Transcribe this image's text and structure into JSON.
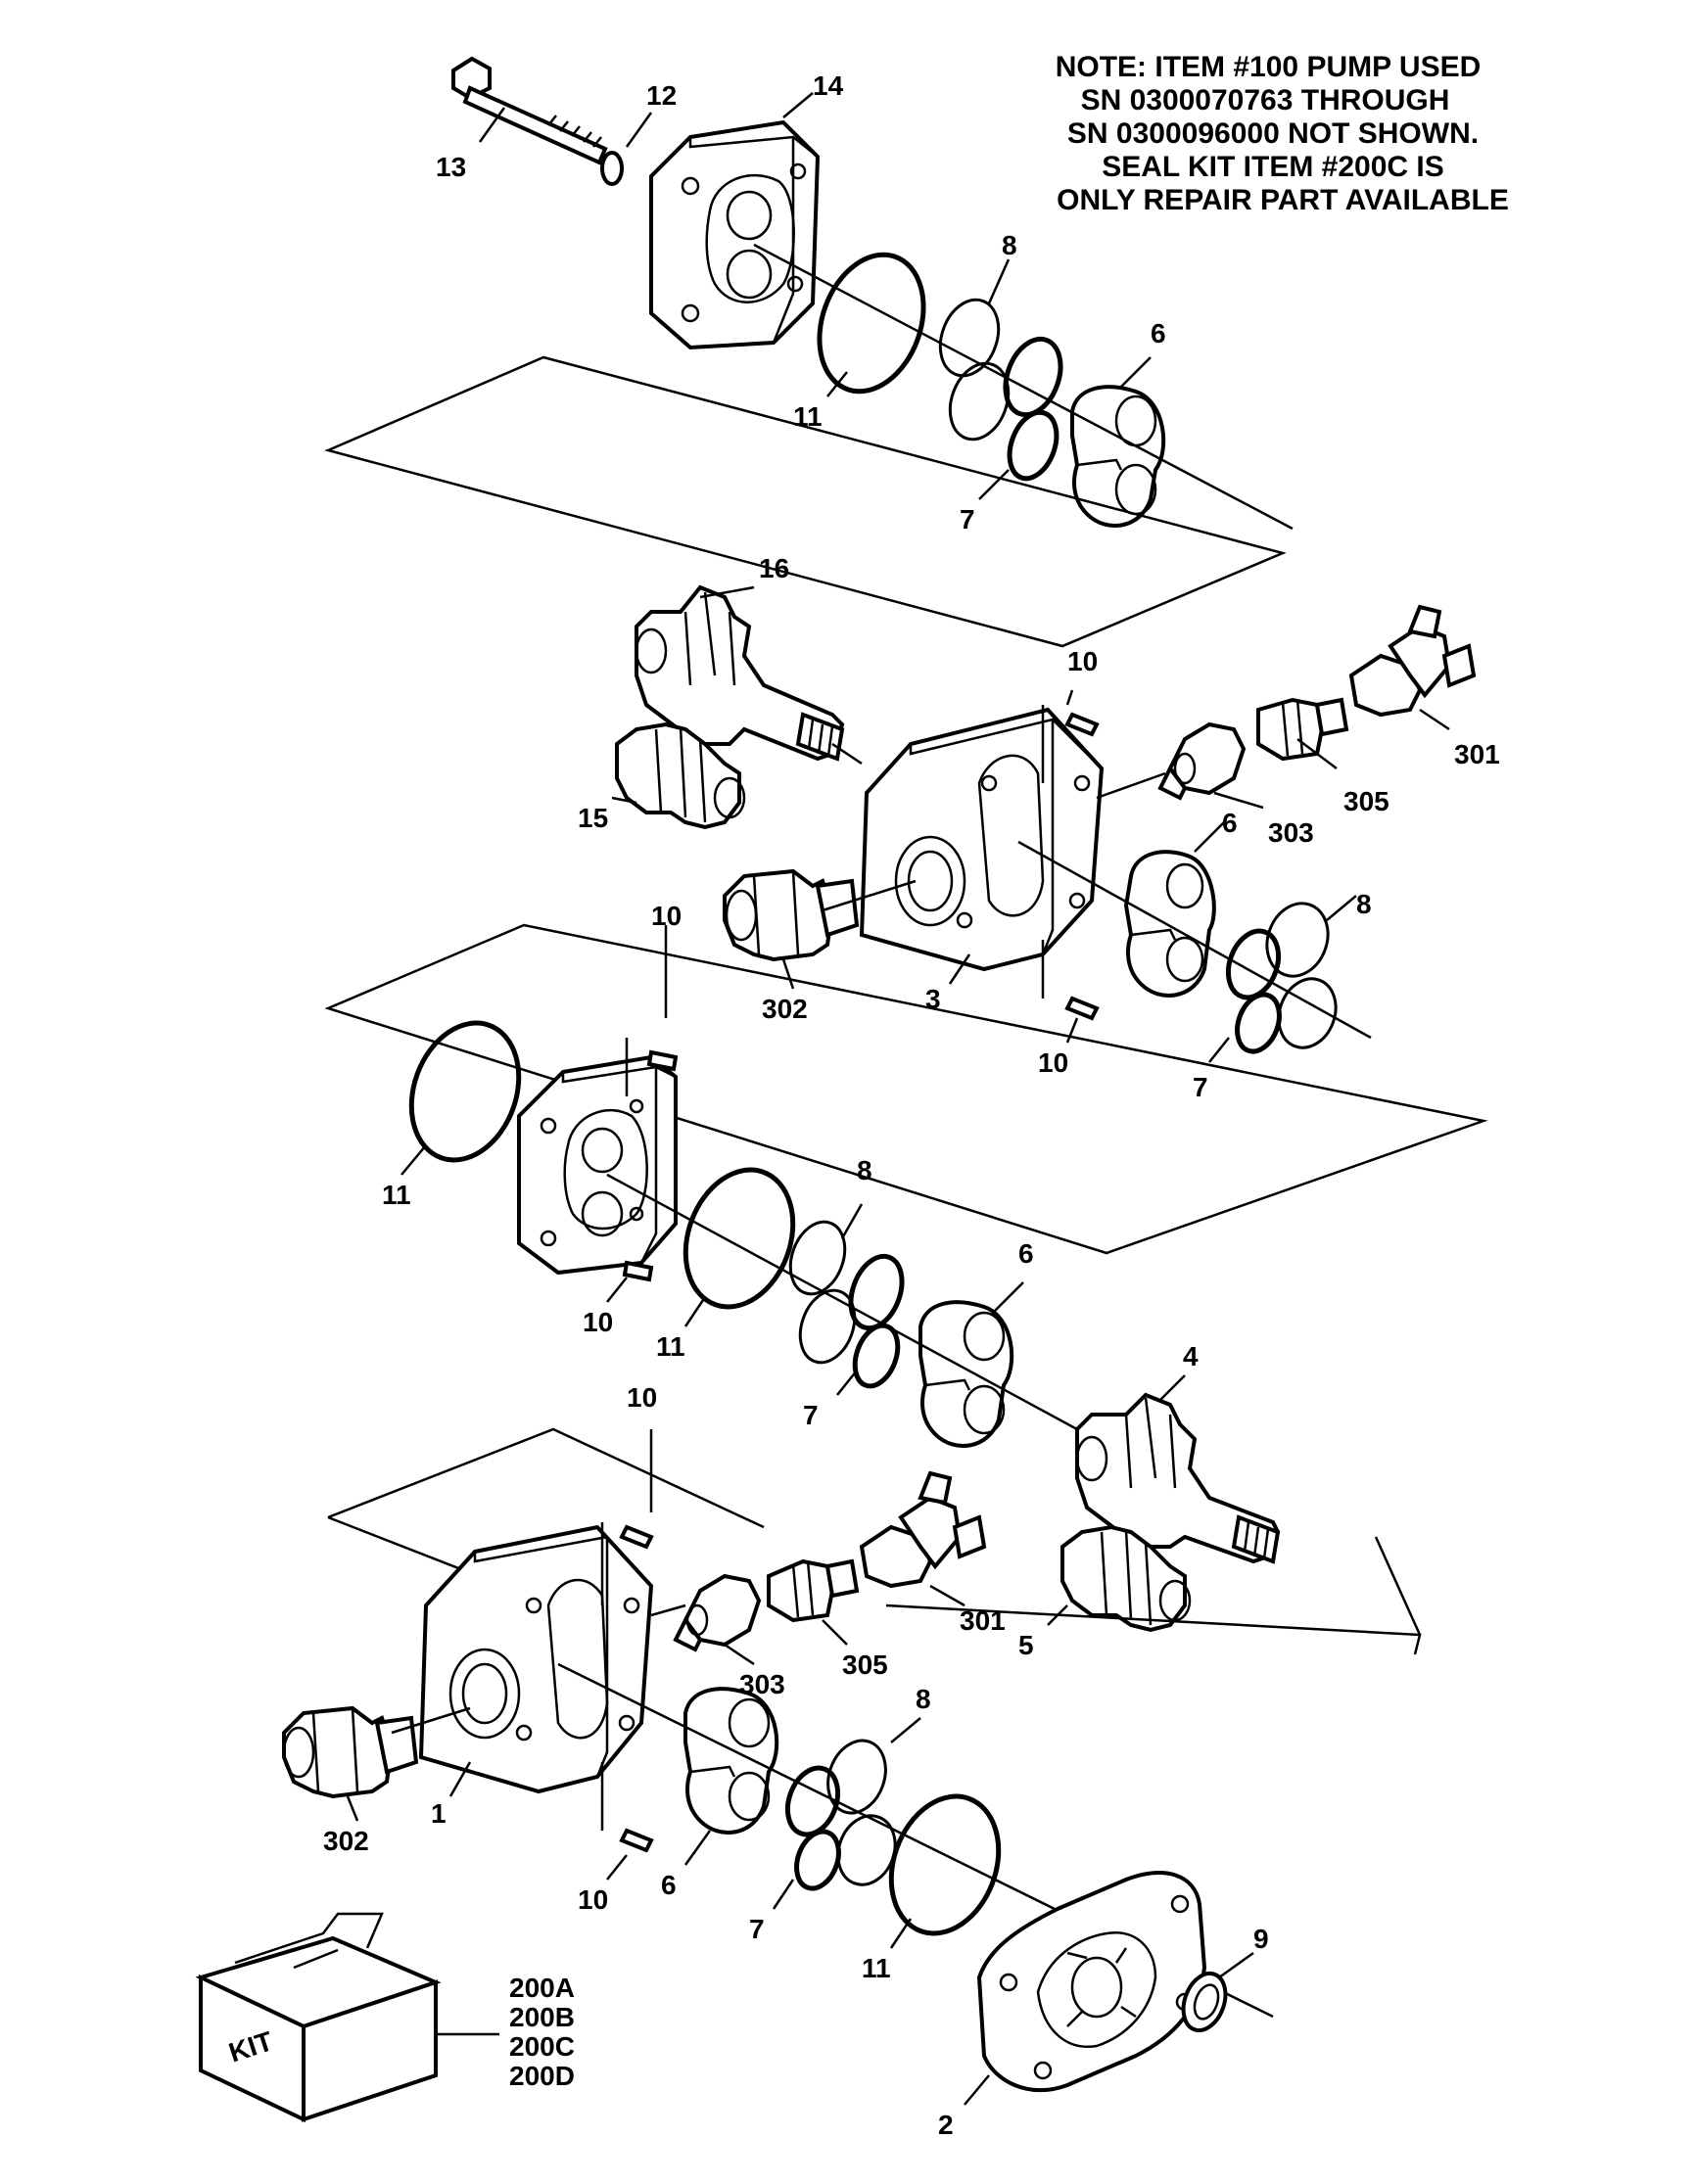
{
  "note": {
    "lines": [
      "NOTE: ITEM #100 PUMP USED",
      "SN 0300070763 THROUGH",
      "SN 0300096000 NOT SHOWN.",
      "SEAL KIT ITEM #200C IS",
      "ONLY REPAIR PART AVAILABLE"
    ]
  },
  "callouts": {
    "c13": "13",
    "c12": "12",
    "c14": "14",
    "c8a": "8",
    "c6a": "6",
    "c11a": "11",
    "c7a": "7",
    "c16": "16",
    "c10a": "10",
    "c301a": "301",
    "c305a": "305",
    "c303a": "303",
    "c15": "15",
    "c6b": "6",
    "c8b": "8",
    "c10b": "10",
    "c302a": "302",
    "c3": "3",
    "c10c": "10",
    "c7b": "7",
    "c11b": "11",
    "c8c": "8",
    "c6c": "6",
    "c10d": "10",
    "c11c": "11",
    "c7c": "7",
    "c4": "4",
    "c10e": "10",
    "c301b": "301",
    "c305b": "305",
    "c303b": "303",
    "c5": "5",
    "c8d": "8",
    "c302b": "302",
    "c1": "1",
    "c6d": "6",
    "c10f": "10",
    "c7d": "7",
    "c11d": "11",
    "c9": "9",
    "c2": "2"
  },
  "kit": {
    "box_label": "KIT",
    "items": [
      "200A",
      "200B",
      "200C",
      "200D"
    ]
  }
}
